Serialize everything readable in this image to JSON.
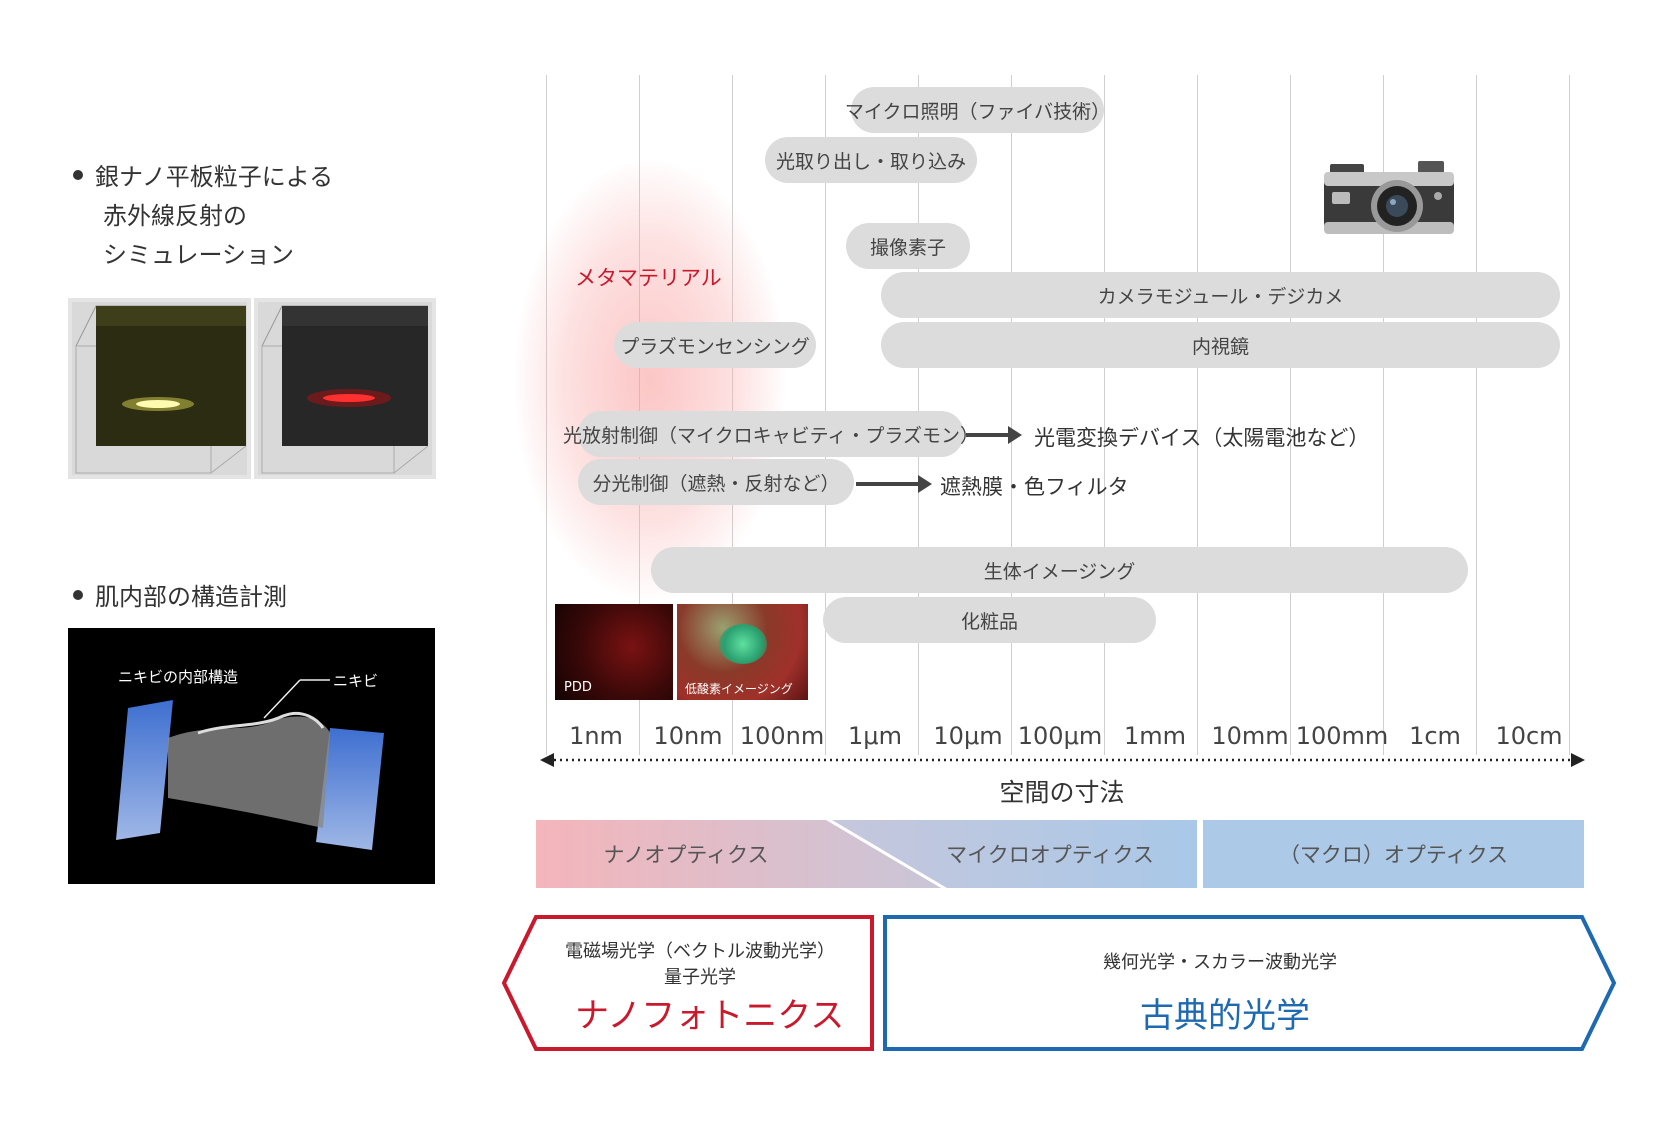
{
  "left": {
    "bullet1_lines": [
      "銀ナノ平板粒子による",
      "赤外線反射の",
      "シミュレーション"
    ],
    "bullet2": "肌内部の構造計測",
    "skin_labels": {
      "inner": "ニキビの内部構造",
      "acne": "ニキビ"
    }
  },
  "chart": {
    "metamaterial_label": "メタマテリアル",
    "pills": [
      {
        "label": "マイクロ照明（ファイバ技術）"
      },
      {
        "label": "光取り出し・取り込み"
      },
      {
        "label": "撮像素子"
      },
      {
        "label": "カメラモジュール・デジカメ"
      },
      {
        "label": "プラズモンセンシング"
      },
      {
        "label": "内視鏡"
      },
      {
        "label": "光放射制御（マイクロキャビティ・プラズモン）"
      },
      {
        "label": "分光制御（遮熱・反射など）"
      },
      {
        "label": "生体イメージング"
      },
      {
        "label": "化粧品"
      }
    ],
    "arrows": [
      {
        "label": "光電変換デバイス（太陽電池など）"
      },
      {
        "label": "遮熱膜・色フィルタ"
      }
    ],
    "thumb_labels": {
      "pdd": "PDD",
      "low_oxygen": "低酸素イメージング"
    },
    "scale_ticks": [
      "1nm",
      "10nm",
      "100nm",
      "1μm",
      "10μm",
      "100μm",
      "1mm",
      "10mm",
      "100mm",
      "1cm",
      "10cm"
    ],
    "scale_title": "空間の寸法"
  },
  "bands": {
    "nano": "ナノオプティクス",
    "micro": "マイクロオプティクス",
    "macro": "（マクロ）オプティクス"
  },
  "bottom": {
    "left_sub1": "電磁場光学（ベクトル波動光学）",
    "left_sub2": "量子光学",
    "left_title": "ナノフォトニクス",
    "right_sub": "幾何光学・スカラー波動光学",
    "right_title": "古典的光学"
  },
  "colors": {
    "nano_red": "#c8192d",
    "classic_blue": "#1e6ab1",
    "pill_gray": "#dcdcdc"
  }
}
